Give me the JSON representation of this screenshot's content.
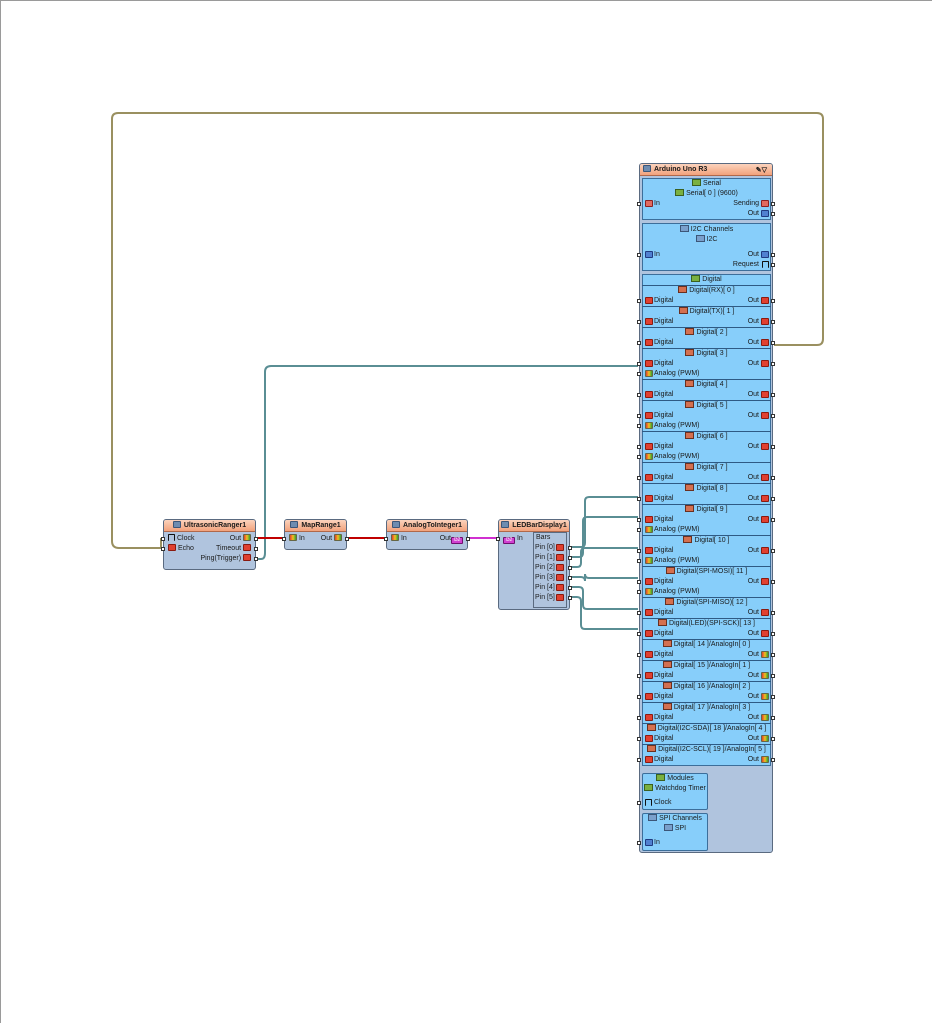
{
  "components": {
    "ultrasonic": {
      "title": "UltrasonicRanger1",
      "pins_left": [
        "Clock",
        "Echo"
      ],
      "pins_right": [
        "Out",
        "Timeout",
        "Ping(Trigger)"
      ]
    },
    "maprange": {
      "title": "MapRange1",
      "in": "In",
      "out": "Out"
    },
    "analog_to_int": {
      "title": "AnalogToInteger1",
      "in": "In",
      "out": "Out",
      "out_badge": "I32"
    },
    "ledbar": {
      "title": "LEDBarDisplay1",
      "in": "In",
      "in_badge": "I32",
      "group": "Bars",
      "pins": [
        "Pin [0]",
        "Pin [1]",
        "Pin [2]",
        "Pin [3]",
        "Pin [4]",
        "Pin [5]"
      ]
    }
  },
  "arduino": {
    "title": "Arduino Uno R3",
    "serial": {
      "group": "Serial",
      "channel": "Serial[ 0 ] (9600)",
      "in": "In",
      "sending": "Sending",
      "out": "Out"
    },
    "i2c": {
      "group": "I2C Channels",
      "channel": "I2C",
      "in": "In",
      "out": "Out",
      "request": "Request"
    },
    "digital_group": "Digital",
    "digital_channels": [
      {
        "name": "Digital(RX)[ 0 ]",
        "rows": [
          "Digital"
        ],
        "out": "Out"
      },
      {
        "name": "Digital(TX)[ 1 ]",
        "rows": [
          "Digital"
        ],
        "out": "Out"
      },
      {
        "name": "Digital[ 2 ]",
        "rows": [
          "Digital"
        ],
        "out": "Out"
      },
      {
        "name": "Digital[ 3 ]",
        "rows": [
          "Digital",
          "Analog (PWM)"
        ],
        "out": "Out"
      },
      {
        "name": "Digital[ 4 ]",
        "rows": [
          "Digital"
        ],
        "out": "Out"
      },
      {
        "name": "Digital[ 5 ]",
        "rows": [
          "Digital",
          "Analog (PWM)"
        ],
        "out": "Out"
      },
      {
        "name": "Digital[ 6 ]",
        "rows": [
          "Digital",
          "Analog (PWM)"
        ],
        "out": "Out"
      },
      {
        "name": "Digital[ 7 ]",
        "rows": [
          "Digital"
        ],
        "out": "Out"
      },
      {
        "name": "Digital[ 8 ]",
        "rows": [
          "Digital"
        ],
        "out": "Out"
      },
      {
        "name": "Digital[ 9 ]",
        "rows": [
          "Digital",
          "Analog (PWM)"
        ],
        "out": "Out"
      },
      {
        "name": "Digital[ 10 ]",
        "rows": [
          "Digital",
          "Analog (PWM)"
        ],
        "out": "Out"
      },
      {
        "name": "Digital(SPI-MOSI)[ 11 ]",
        "rows": [
          "Digital",
          "Analog (PWM)"
        ],
        "out": "Out"
      },
      {
        "name": "Digital(SPI-MISO)[ 12 ]",
        "rows": [
          "Digital"
        ],
        "out": "Out"
      },
      {
        "name": "Digital(LED)(SPI-SCK)[ 13 ]",
        "rows": [
          "Digital"
        ],
        "out": "Out"
      },
      {
        "name": "Digital[ 14 ]/AnalogIn[ 0 ]",
        "rows": [
          "Digital"
        ],
        "out": "Out"
      },
      {
        "name": "Digital[ 15 ]/AnalogIn[ 1 ]",
        "rows": [
          "Digital"
        ],
        "out": "Out"
      },
      {
        "name": "Digital[ 16 ]/AnalogIn[ 2 ]",
        "rows": [
          "Digital"
        ],
        "out": "Out"
      },
      {
        "name": "Digital[ 17 ]/AnalogIn[ 3 ]",
        "rows": [
          "Digital"
        ],
        "out": "Out"
      },
      {
        "name": "Digital(I2C-SDA)[ 18 ]/AnalogIn[ 4 ]",
        "rows": [
          "Digital"
        ],
        "out": "Out"
      },
      {
        "name": "Digital(I2C-SCL)[ 19 ]/AnalogIn[ 5 ]",
        "rows": [
          "Digital"
        ],
        "out": "Out"
      }
    ],
    "modules": {
      "group": "Modules",
      "item": "Watchdog Timer",
      "clock": "Clock"
    },
    "spi": {
      "group": "SPI Channels",
      "channel": "SPI",
      "in": "In"
    }
  },
  "colors": {
    "component_body": "#b0c4de",
    "title_bar": "#f2a27c",
    "channel_fill": "#87cefa",
    "wire_digital": "#9a9060",
    "wire_analog": "#c00000",
    "wire_integer": "#d030d0",
    "wire_teal": "#5a8e94"
  }
}
